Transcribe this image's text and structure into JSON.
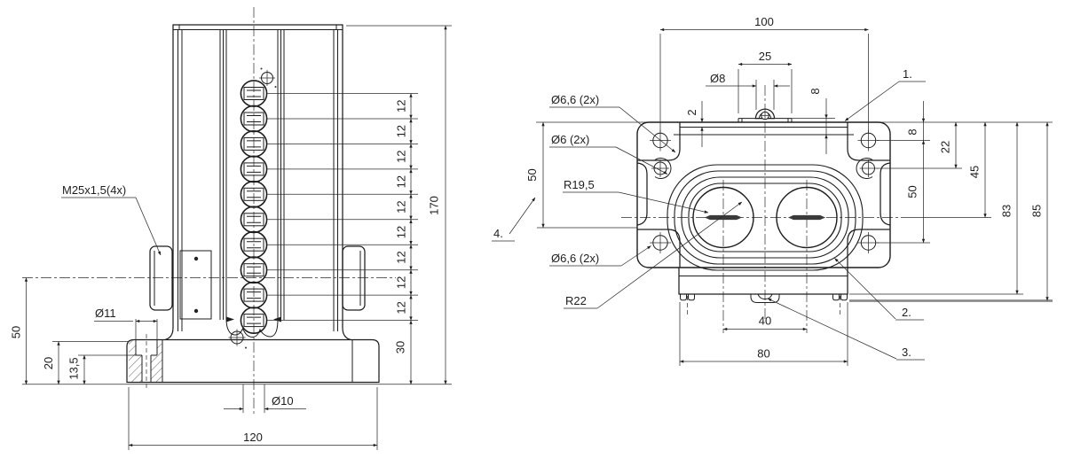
{
  "colors": {
    "line": "#1d1d1d",
    "thick_reference": "#8b8b8b",
    "background": "#ffffff",
    "slot_fill": "#3a3a3a"
  },
  "side_view": {
    "thread_callout": "M25x1,5(4x)",
    "dim_total_height": "170",
    "dim_terminal_pitch": "12",
    "dim_last_terminal_to_base": "30",
    "dim_gland_center_height": "50",
    "dim_base_height": "20",
    "dim_counterbore_depth": "13,5",
    "dim_counterbore_dia": "Ø11",
    "dim_bottom_hole_dia": "Ø10",
    "dim_base_width": "120"
  },
  "top_view": {
    "dim_hole_spacing_x": "100",
    "dim_boss_plate_width": "25",
    "dim_boss_dia": "Ø8",
    "dim_lid_step": "2",
    "dim_boss_offset": "8",
    "dim_hole_offset_top": "8",
    "dim_small_hole_offset": "22",
    "dim_center_offset": "45",
    "dim_hole_spacing_y": "50",
    "dim_left_half": "50",
    "dim_depth_83": "83",
    "dim_depth_85": "85",
    "dim_slot_spacing": "40",
    "dim_foot_spacing": "80",
    "label_corner_holes_top": "Ø6,6 (2x)",
    "label_small_holes": "Ø6 (2x)",
    "label_radius_inner": "R19,5",
    "label_corner_holes_bottom": "Ø6,6 (2x)",
    "label_radius_outer": "R22",
    "callout_1": "1.",
    "callout_2": "2.",
    "callout_3": "3.",
    "callout_4": "4."
  }
}
